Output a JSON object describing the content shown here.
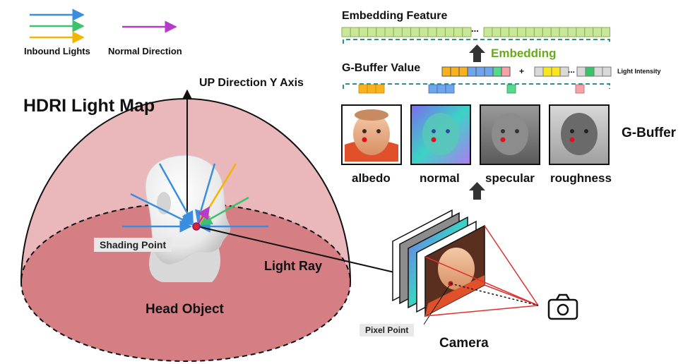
{
  "legend": {
    "inbound_label": "Inbound Lights",
    "normal_label": "Normal Direction",
    "colors": {
      "blue": "#3a8ee0",
      "green": "#3cc26a",
      "yellow": "#f4b400",
      "purple": "#b53cc8"
    }
  },
  "scene": {
    "hdri_label": "HDRI Light Map",
    "up_label": "UP Direction Y Axis",
    "shading_point_label": "Shading Point",
    "light_ray_label": "Light Ray",
    "head_label": "Head Object",
    "pixel_point_label": "Pixel Point",
    "camera_label": "Camera",
    "dome_color": "#eab7bb",
    "floor_color": "#d57f84",
    "camera_icon": "camera-icon"
  },
  "pipeline": {
    "embedding_feature_label": "Embedding Feature",
    "embedding_label": "Embedding",
    "gbuffer_value_label": "G-Buffer Value",
    "light_intensity_label": "Light Intensity",
    "gbuffer_label": "G-Buffer",
    "ellipsis": "...",
    "plus": "+",
    "buffers": [
      "albedo",
      "normal",
      "specular",
      "roughness"
    ],
    "colors": {
      "embed_fill": "#c9e69a",
      "embed_stroke": "#86b24a",
      "albedo": "#f7b21e",
      "normal": "#6ea5ec",
      "specular": "#56d98c",
      "roughness": "#f5a3a8",
      "intensity_yellow": "#f9e61c",
      "intensity_green": "#39c46a",
      "intensity_gray": "#d9d9d9",
      "dashed": "#2f8f8f",
      "embedding_text": "#6aa820"
    }
  }
}
